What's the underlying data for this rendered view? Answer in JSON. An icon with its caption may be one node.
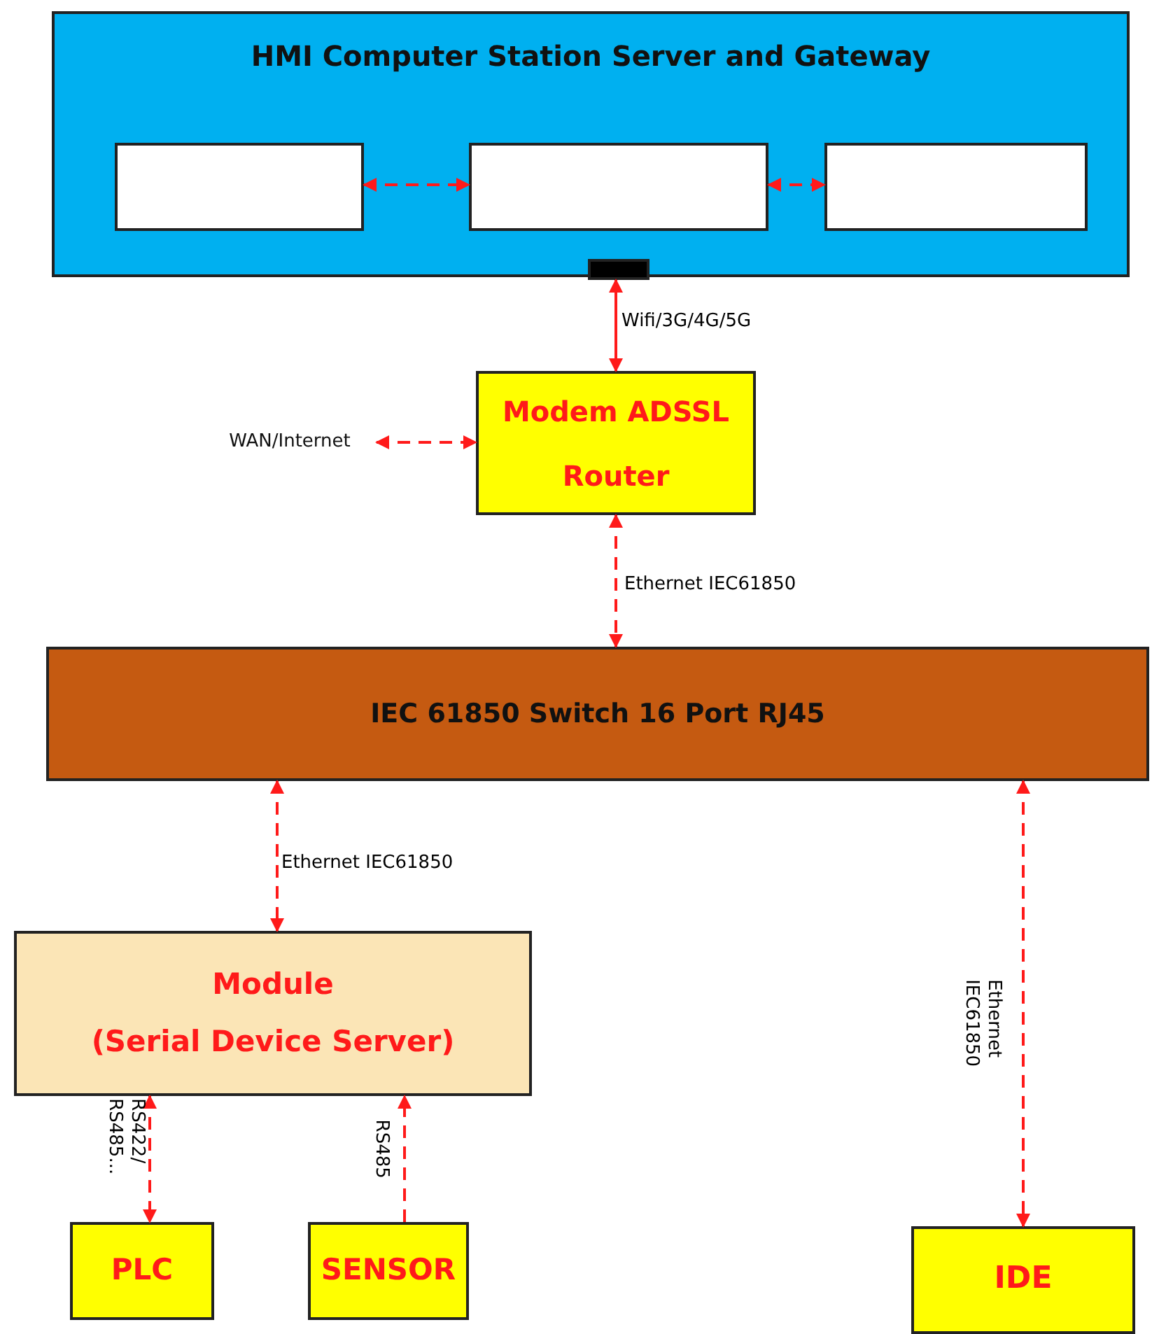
{
  "diagram": {
    "nodes": [
      {
        "text": [
          "HMI Computer Station Server and Gateway"
        ]
      },
      {
        "text": [],
        "shape": "box",
        "in": 0
      },
      {
        "text": [],
        "shape": "box",
        "in": 0
      },
      {
        "text": [],
        "shape": "box",
        "in": 0
      },
      {
        "text": [],
        "shape": "bar",
        "in": 0
      },
      {
        "text": [
          "Modem ADSSL",
          "Router"
        ]
      },
      {
        "text": [
          "WAN/Internet"
        ]
      },
      {
        "text": [
          "IEC 61850 Switch 16 Port RJ45"
        ]
      },
      {
        "text": [
          "Module",
          "(Serial Device Server)"
        ]
      },
      {
        "text": [
          "PLC"
        ]
      },
      {
        "text": [
          "SENSOR"
        ]
      },
      {
        "text": [
          "IDE"
        ]
      }
    ],
    "edges": [
      {
        "from": 1,
        "to": 2,
        "arrow": "both",
        "style": "dashed"
      },
      {
        "from": 2,
        "to": 3,
        "arrow": "both",
        "style": "dashed"
      },
      {
        "from": 4,
        "to": 5,
        "arrow": "both",
        "label": "Wifi/3G/4G/5G"
      },
      {
        "from": 6,
        "to": 5,
        "arrow": "both",
        "style": "dashed"
      },
      {
        "from": 5,
        "to": 7,
        "arrow": "both",
        "style": "dashed",
        "label": "Ethernet IEC61850"
      },
      {
        "from": 7,
        "to": 8,
        "arrow": "both",
        "style": "dashed",
        "label": "Ethernet IEC61850"
      },
      {
        "from": 8,
        "to": 9,
        "arrow": "both",
        "style": "dashed",
        "label": "RS422/ RS485..."
      },
      {
        "from": 10,
        "to": 8,
        "arrow": "to",
        "style": "dashed",
        "label": "RS485"
      },
      {
        "from": 7,
        "to": 11,
        "arrow": "both",
        "style": "dashed",
        "label": "Ethernet IEC61850"
      }
    ]
  }
}
